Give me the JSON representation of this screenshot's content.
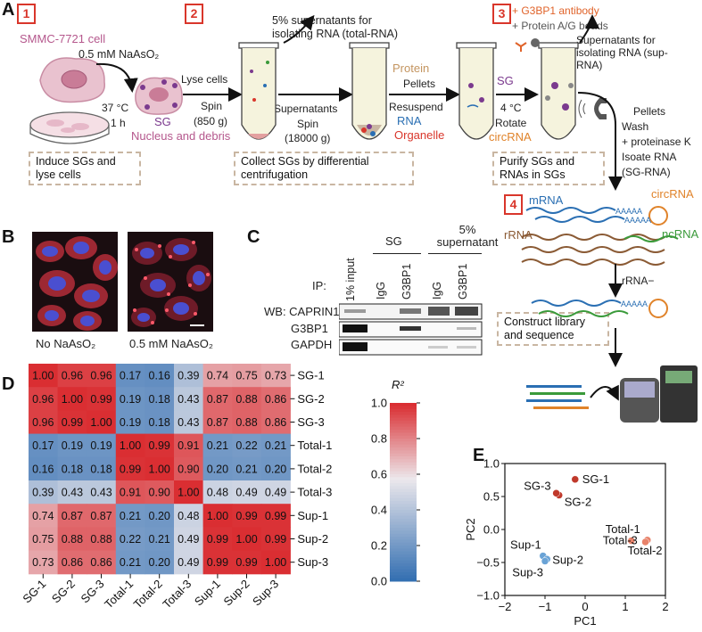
{
  "panels": {
    "A": "A",
    "B": "B",
    "C": "C",
    "D": "D",
    "E": "E"
  },
  "panel_a": {
    "steps": [
      "1",
      "2",
      "3",
      "4"
    ],
    "cell_label": "SMMC-7721 cell",
    "nasoa": "0.5 mM NaAsO₂",
    "temp": "37 °C",
    "time": "1 h",
    "sg_label": "SG",
    "nucleus": "Nucleus and debris",
    "lyse": "Lyse cells",
    "spin1": "Spin",
    "spin1_g": "(850 g)",
    "supernatants": "Supernatants",
    "spin2": "Spin",
    "spin2_g": "(18000 g)",
    "total_rna_note": "5% supernatants for isolating RNA (total-RNA)",
    "protein": "Protein",
    "pellets": "Pellets",
    "resuspend": "Resuspend",
    "rna": "RNA",
    "organelle": "Organelle",
    "antibody": "+ G3BP1 antibody",
    "beads": "+ Protein A/G beads",
    "sup_rna": "Supernatants for isolating RNA (sup-RNA)",
    "sg2": "SG",
    "four_c": "4 °C",
    "rotate": "Rotate",
    "circrna": "circRNA",
    "pellets2": "Pellets",
    "wash": "Wash",
    "proteinase": "+ proteinase K",
    "isolate": "Isoate RNA",
    "sg_rna": "(SG-RNA)",
    "box1": "Induce SGs and lyse cells",
    "box2": "Collect SGs by differential centrifugation",
    "box3": "Purify SGs and RNAs in SGs",
    "mrna": "mRNA",
    "circrna2": "circRNA",
    "rrna": "rRNA",
    "ncrna": "ncRNA",
    "rrna_minus": "rRNA−",
    "box4": "Construct library and sequence",
    "aaaa": "AAAAA"
  },
  "panel_b": {
    "left": "No NaAsO₂",
    "right": "0.5 mM NaAsO₂"
  },
  "panel_c": {
    "sg": "SG",
    "supernatant": "5% supernatant",
    "ip": "IP:",
    "lanes": [
      "1% input",
      "IgG",
      "G3BP1",
      "IgG",
      "G3BP1"
    ],
    "rows": [
      "WB: CAPRIN1",
      "G3BP1",
      "GAPDH"
    ]
  },
  "colors": {
    "red": "#d9362b",
    "blue": "#2a6fb3",
    "orange": "#e0832a",
    "green": "#3a9a3a",
    "purple": "#7b3a8e",
    "brown": "#8a5a34"
  },
  "chart_data": [
    {
      "type": "heatmap",
      "title": "",
      "rows": [
        "SG-1",
        "SG-2",
        "SG-3",
        "Total-1",
        "Total-2",
        "Total-3",
        "Sup-1",
        "Sup-2",
        "Sup-3"
      ],
      "cols": [
        "SG-1",
        "SG-2",
        "SG-3",
        "Total-1",
        "Total-2",
        "Total-3",
        "Sup-1",
        "Sup-2",
        "Sup-3"
      ],
      "values": [
        [
          1.0,
          0.96,
          0.96,
          0.17,
          0.16,
          0.39,
          0.74,
          0.75,
          0.73
        ],
        [
          0.96,
          1.0,
          0.99,
          0.19,
          0.18,
          0.43,
          0.87,
          0.88,
          0.86
        ],
        [
          0.96,
          0.99,
          1.0,
          0.19,
          0.18,
          0.43,
          0.87,
          0.88,
          0.86
        ],
        [
          0.17,
          0.19,
          0.19,
          1.0,
          0.99,
          0.91,
          0.21,
          0.22,
          0.21
        ],
        [
          0.16,
          0.18,
          0.18,
          0.99,
          1.0,
          0.9,
          0.2,
          0.21,
          0.2
        ],
        [
          0.39,
          0.43,
          0.43,
          0.91,
          0.9,
          1.0,
          0.48,
          0.49,
          0.49
        ],
        [
          0.74,
          0.87,
          0.87,
          0.21,
          0.2,
          0.48,
          1.0,
          0.99,
          0.99
        ],
        [
          0.75,
          0.88,
          0.88,
          0.22,
          0.21,
          0.49,
          0.99,
          1.0,
          0.99
        ],
        [
          0.73,
          0.86,
          0.86,
          0.21,
          0.2,
          0.49,
          0.99,
          0.99,
          1.0
        ]
      ],
      "colorbar_label": "R²",
      "colorbar_ticks": [
        "1.0",
        "0.8",
        "0.6",
        "0.4",
        "0.2",
        "0.0"
      ],
      "range": [
        0.0,
        1.0
      ]
    },
    {
      "type": "scatter",
      "xlabel": "PC1",
      "ylabel": "PC2",
      "xlim": [
        -2,
        2
      ],
      "ylim": [
        -1.0,
        1.0
      ],
      "xticks": [
        "−2",
        "−1",
        "0",
        "1",
        "2"
      ],
      "yticks": [
        "1.0",
        "0.5",
        "0.0",
        "−0.5",
        "−1.0"
      ],
      "points": [
        {
          "label": "SG-1",
          "x": -0.25,
          "y": 0.76,
          "color": "#c0392b"
        },
        {
          "label": "SG-2",
          "x": -0.65,
          "y": 0.52,
          "color": "#c0392b"
        },
        {
          "label": "SG-3",
          "x": -0.72,
          "y": 0.55,
          "color": "#c0392b"
        },
        {
          "label": "Total-1",
          "x": 1.55,
          "y": -0.16,
          "color": "#e8826a"
        },
        {
          "label": "Total-2",
          "x": 1.5,
          "y": -0.19,
          "color": "#e8826a"
        },
        {
          "label": "Total-3",
          "x": 1.15,
          "y": -0.17,
          "color": "#e8826a"
        },
        {
          "label": "Sup-1",
          "x": -1.05,
          "y": -0.4,
          "color": "#6aa3d6"
        },
        {
          "label": "Sup-2",
          "x": -0.95,
          "y": -0.45,
          "color": "#6aa3d6"
        },
        {
          "label": "Sup-3",
          "x": -1.0,
          "y": -0.48,
          "color": "#6aa3d6"
        }
      ]
    }
  ]
}
